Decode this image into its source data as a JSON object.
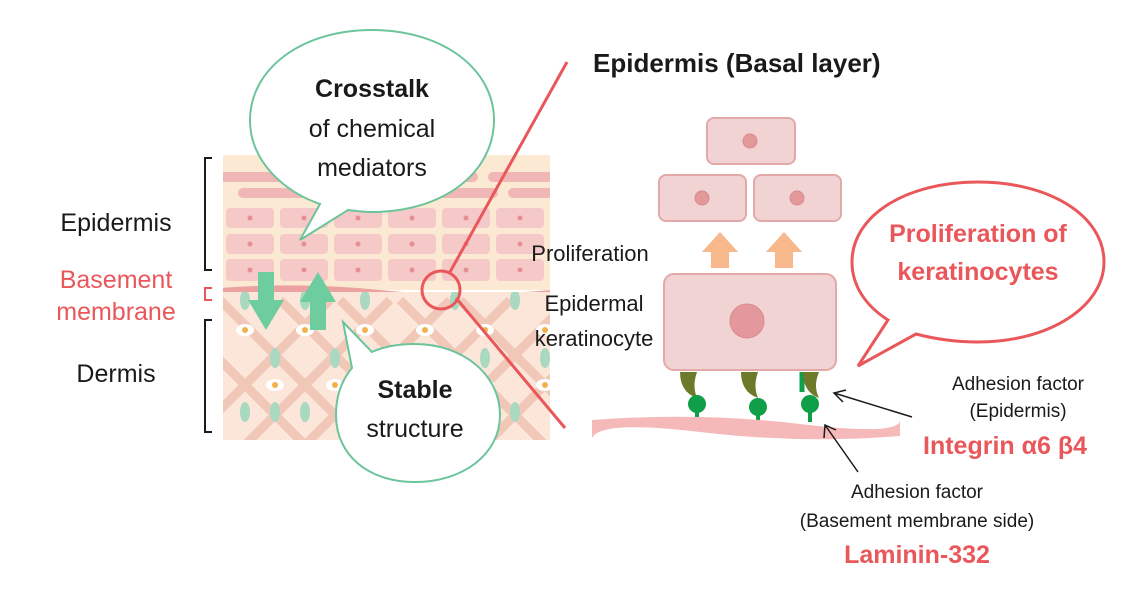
{
  "title": "Epidermis (Basal layer)",
  "skin_labels": {
    "epidermis": "Epidermis",
    "basement_line1": "Basement",
    "basement_line2": "membrane",
    "dermis": "Dermis"
  },
  "bubbles": {
    "crosstalk_bold": "Crosstalk",
    "crosstalk_line2": "of chemical",
    "crosstalk_line3": "mediators",
    "stable_bold": "Stable",
    "stable_line2": "structure",
    "proliferation_line1": "Proliferation of",
    "proliferation_line2": "keratinocytes"
  },
  "cell_labels": {
    "proliferation": "Proliferation",
    "keratinocyte_line1": "Epidermal",
    "keratinocyte_line2": "keratinocyte"
  },
  "adhesion_epidermis": {
    "line1": "Adhesion factor",
    "line2": "(Epidermis)",
    "name": "Integrin α6 β4"
  },
  "adhesion_basement": {
    "line1": "Adhesion factor",
    "line2": "(Basement membrane side)",
    "name": "Laminin-332"
  },
  "colors": {
    "accent_red": "#e9575a",
    "text_dark": "#1a1a1a",
    "bubble_green": "#6cc49a",
    "arrow_green": "#6dcd9e",
    "cell_fill": "#f2d3d3",
    "cell_stroke": "#e3a9a9",
    "nucleus": "#e3999b",
    "arrow_orange": "#f7b98c",
    "membrane": "#f6b9b9",
    "integrin_green": "#0e9f48",
    "olive": "#6e7a2a"
  },
  "icons": [
    "skin-cross-section-illustration",
    "zoom-circle",
    "up-arrow",
    "down-arrow"
  ]
}
